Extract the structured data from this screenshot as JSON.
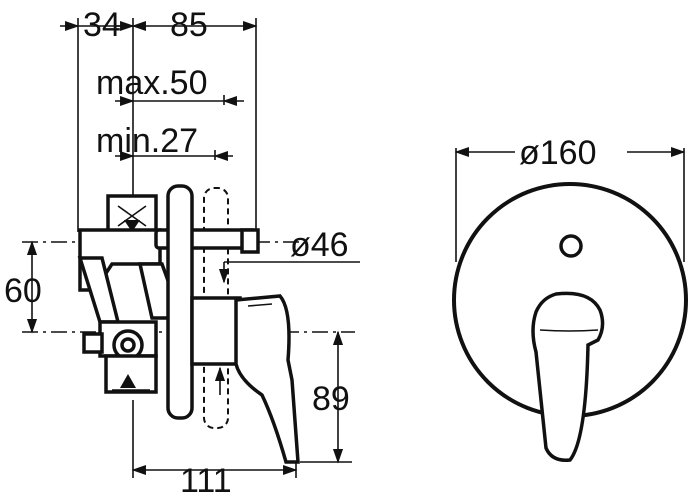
{
  "dimensions": {
    "dim_34": "34",
    "dim_85": "85",
    "dim_max50": "max.50",
    "dim_min27": "min.27",
    "dim_60": "60",
    "dim_dia46": "ø46",
    "dim_89": "89",
    "dim_111": "111",
    "dim_dia160": "ø160"
  },
  "colors": {
    "line": "#111111",
    "background": "#ffffff"
  }
}
